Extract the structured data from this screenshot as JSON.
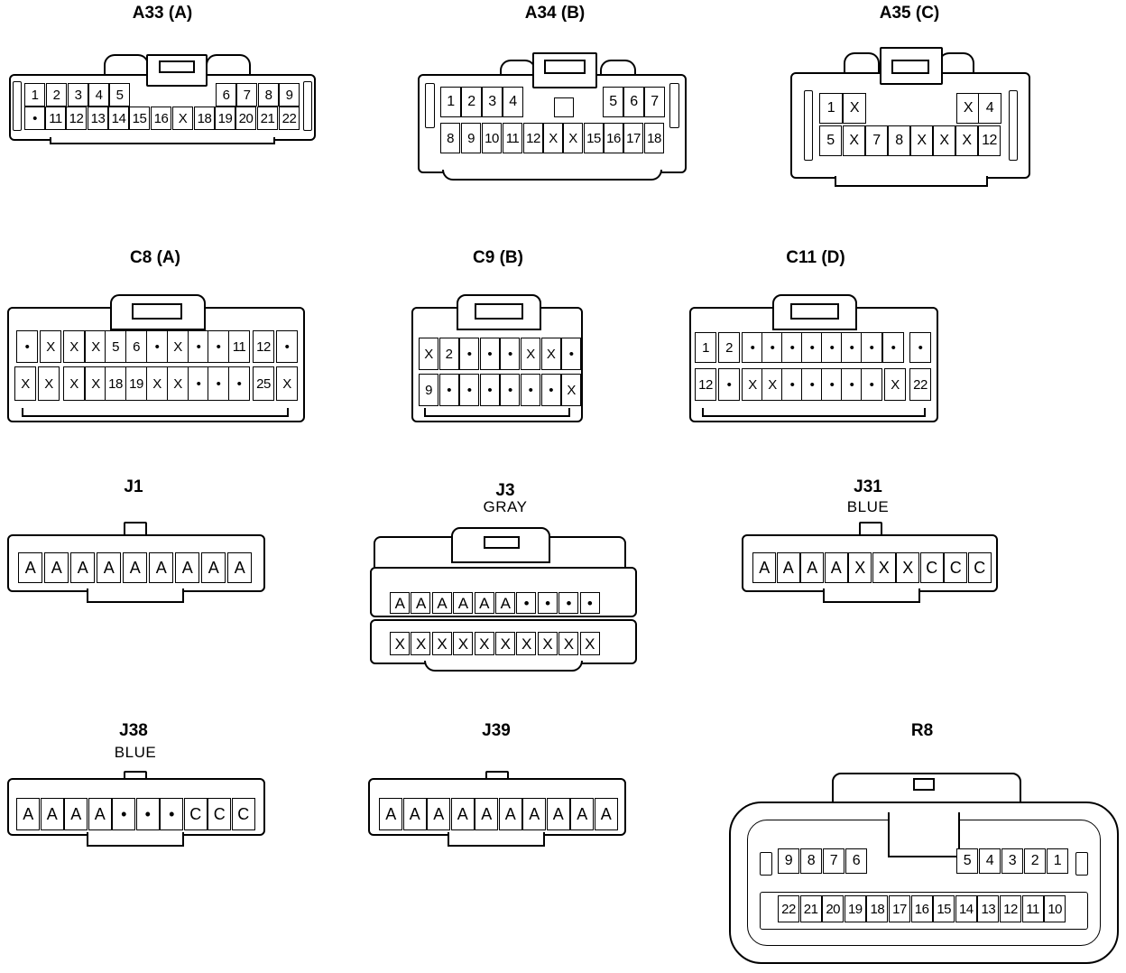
{
  "connectors": {
    "a33": {
      "title": "A33 (A)",
      "row1": [
        "1",
        "2",
        "3",
        "4",
        "5",
        "6",
        "7",
        "8",
        "9"
      ],
      "row2": [
        "•",
        "11",
        "12",
        "13",
        "14",
        "15",
        "16",
        "X",
        "18",
        "19",
        "20",
        "21",
        "22"
      ]
    },
    "a34": {
      "title": "A34 (B)",
      "row1": [
        "1",
        "2",
        "3",
        "4",
        "5",
        "6",
        "7"
      ],
      "row2": [
        "8",
        "9",
        "10",
        "11",
        "12",
        "X",
        "X",
        "15",
        "16",
        "17",
        "18"
      ]
    },
    "a35": {
      "title": "A35 (C)",
      "row1": [
        "1",
        "X",
        "X",
        "4"
      ],
      "row2": [
        "5",
        "X",
        "7",
        "8",
        "X",
        "X",
        "X",
        "12"
      ]
    },
    "c8": {
      "title": "C8 (A)",
      "row1": [
        "•",
        "X",
        "X",
        "X",
        "5",
        "6",
        "•",
        "X",
        "•",
        "•",
        "11",
        "12",
        "•"
      ],
      "row2": [
        "X",
        "X",
        "X",
        "X",
        "18",
        "19",
        "X",
        "X",
        "•",
        "•",
        "•",
        "25",
        "X"
      ]
    },
    "c9": {
      "title": "C9 (B)",
      "row1": [
        "X",
        "2",
        "•",
        "•",
        "•",
        "X",
        "X",
        "•"
      ],
      "row2": [
        "9",
        "•",
        "•",
        "•",
        "•",
        "•",
        "•",
        "X"
      ]
    },
    "c11": {
      "title": "C11 (D)",
      "row1": [
        "1",
        "2",
        "•",
        "•",
        "•",
        "•",
        "•",
        "•",
        "•",
        "•",
        "•"
      ],
      "row2": [
        "12",
        "•",
        "X",
        "X",
        "•",
        "•",
        "•",
        "•",
        "•",
        "X",
        "22"
      ]
    },
    "j1": {
      "title": "J1",
      "row1": [
        "A",
        "A",
        "A",
        "A",
        "A",
        "A",
        "A",
        "A",
        "A"
      ]
    },
    "j3": {
      "title": "J3",
      "subtitle": "GRAY",
      "row1": [
        "A",
        "A",
        "A",
        "A",
        "A",
        "A",
        "•",
        "•",
        "•",
        "•"
      ],
      "row2": [
        "X",
        "X",
        "X",
        "X",
        "X",
        "X",
        "X",
        "X",
        "X",
        "X"
      ]
    },
    "j31": {
      "title": "J31",
      "subtitle": "BLUE",
      "row1": [
        "A",
        "A",
        "A",
        "A",
        "X",
        "X",
        "X",
        "C",
        "C",
        "C"
      ]
    },
    "j38": {
      "title": "J38",
      "subtitle": "BLUE",
      "row1": [
        "A",
        "A",
        "A",
        "A",
        "•",
        "•",
        "•",
        "C",
        "C",
        "C"
      ]
    },
    "j39": {
      "title": "J39",
      "row1": [
        "A",
        "A",
        "A",
        "A",
        "A",
        "A",
        "A",
        "A",
        "A",
        "A"
      ]
    },
    "r8": {
      "title": "R8",
      "row1_left": [
        "9",
        "8",
        "7",
        "6"
      ],
      "row1_right": [
        "5",
        "4",
        "3",
        "2",
        "1"
      ],
      "row2": [
        "22",
        "21",
        "20",
        "19",
        "18",
        "17",
        "16",
        "15",
        "14",
        "13",
        "12",
        "11",
        "10"
      ]
    }
  }
}
